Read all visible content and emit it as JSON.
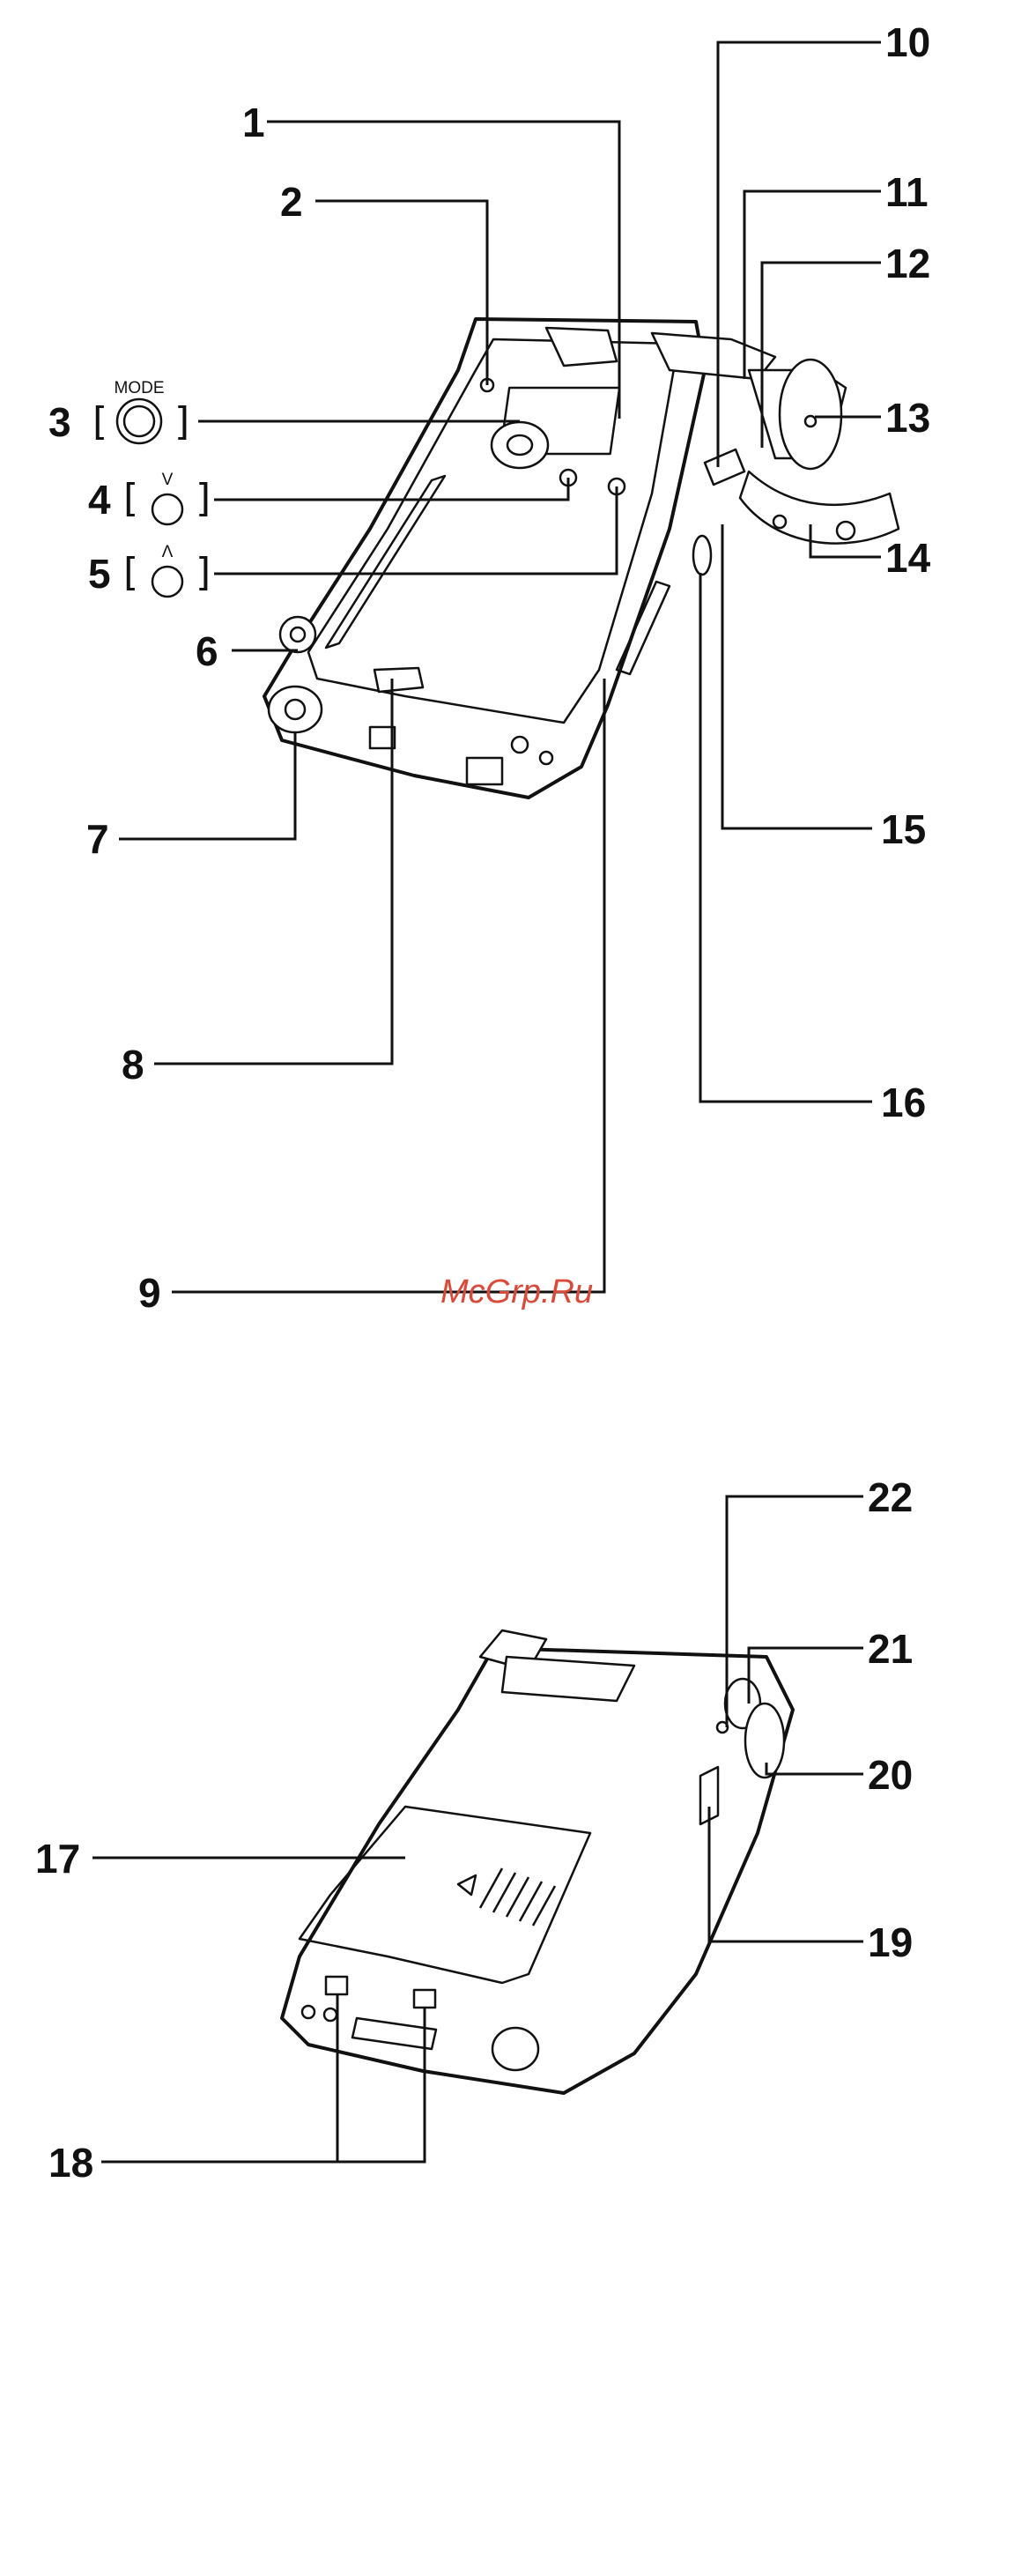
{
  "labels": {
    "l1": "1",
    "l2": "2",
    "l3": "3",
    "l4": "4",
    "l5": "5",
    "l6": "6",
    "l7": "7",
    "l8": "8",
    "l9": "9",
    "l10": "10",
    "l11": "11",
    "l12": "12",
    "l13": "13",
    "l14": "14",
    "l15": "15",
    "l16": "16",
    "l17": "17",
    "l18": "18",
    "l19": "19",
    "l20": "20",
    "l21": "21",
    "l22": "22"
  },
  "button_icons": {
    "mode_text": "MODE",
    "down_arrow": "V",
    "up_arrow": "Λ",
    "bracket_open": "[",
    "bracket_close": "]"
  },
  "watermark": "McGrp.Ru"
}
